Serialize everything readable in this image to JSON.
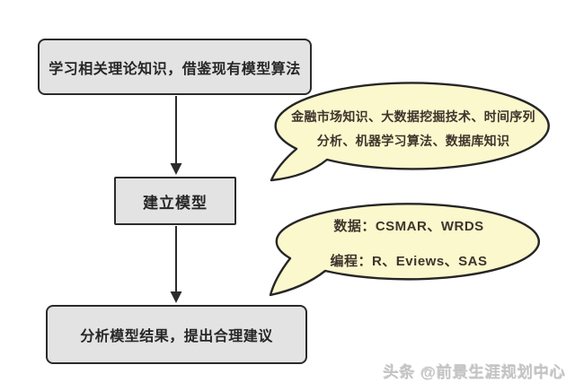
{
  "flowchart": {
    "steps": [
      {
        "id": "learn-theory",
        "label": "学习相关理论知识，借鉴现有模型算法"
      },
      {
        "id": "build-model",
        "label": "建立模型"
      },
      {
        "id": "analyze-results",
        "label": "分析模型结果，提出合理建议"
      }
    ]
  },
  "callouts": [
    {
      "id": "knowledge",
      "lines": [
        "金融市场知识、大数据挖掘技术、时间序列",
        "分析、机器学习算法、数据库知识"
      ]
    },
    {
      "id": "tools",
      "lines": [
        "数据：CSMAR、WRDS",
        "编程：R、Eviews、SAS"
      ]
    }
  ],
  "watermark": {
    "text": "头条 @前景生涯规划中心"
  },
  "colors": {
    "background": "#ffffff",
    "box_fill": "#e3e3e3",
    "box_border": "#2b2b2b",
    "box_text": "#262626",
    "bubble_fill": "#fbf8cd",
    "bubble_border": "#262626",
    "bubble_text": "#3f342c",
    "arrow": "#2b2b2b",
    "watermark_text": "#c3c3c3"
  }
}
